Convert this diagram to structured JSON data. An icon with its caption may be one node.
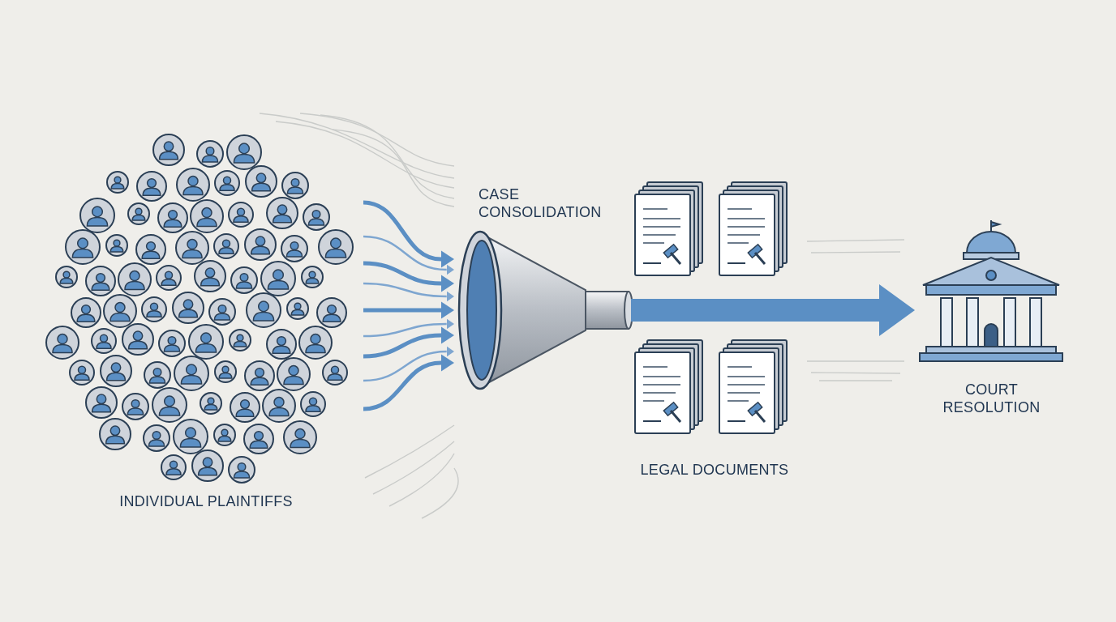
{
  "diagram": {
    "nodes": [
      {
        "text": [
          "INDIVIDUAL PLAINTIFFS"
        ]
      },
      {
        "text": [
          "CASE CONSOLIDATION"
        ]
      },
      {
        "text": [
          "LEGAL DOCUMENTS"
        ]
      },
      {
        "text": [
          "COURT RESOLUTION"
        ]
      }
    ],
    "edges": [
      {
        "from": 0,
        "to": 1,
        "arrow": "to"
      },
      {
        "from": 0,
        "to": 1,
        "arrow": "to"
      },
      {
        "from": 0,
        "to": 1,
        "arrow": "to"
      },
      {
        "from": 0,
        "to": 1,
        "arrow": "to"
      },
      {
        "from": 0,
        "to": 1,
        "arrow": "to"
      },
      {
        "from": 0,
        "to": 1,
        "arrow": "to"
      },
      {
        "from": 0,
        "to": 1,
        "arrow": "to"
      },
      {
        "from": 0,
        "to": 1,
        "arrow": "to"
      },
      {
        "from": 0,
        "to": 1,
        "arrow": "to"
      },
      {
        "from": 1,
        "to": 3,
        "arrow": "to",
        "style": "thick"
      }
    ]
  }
}
